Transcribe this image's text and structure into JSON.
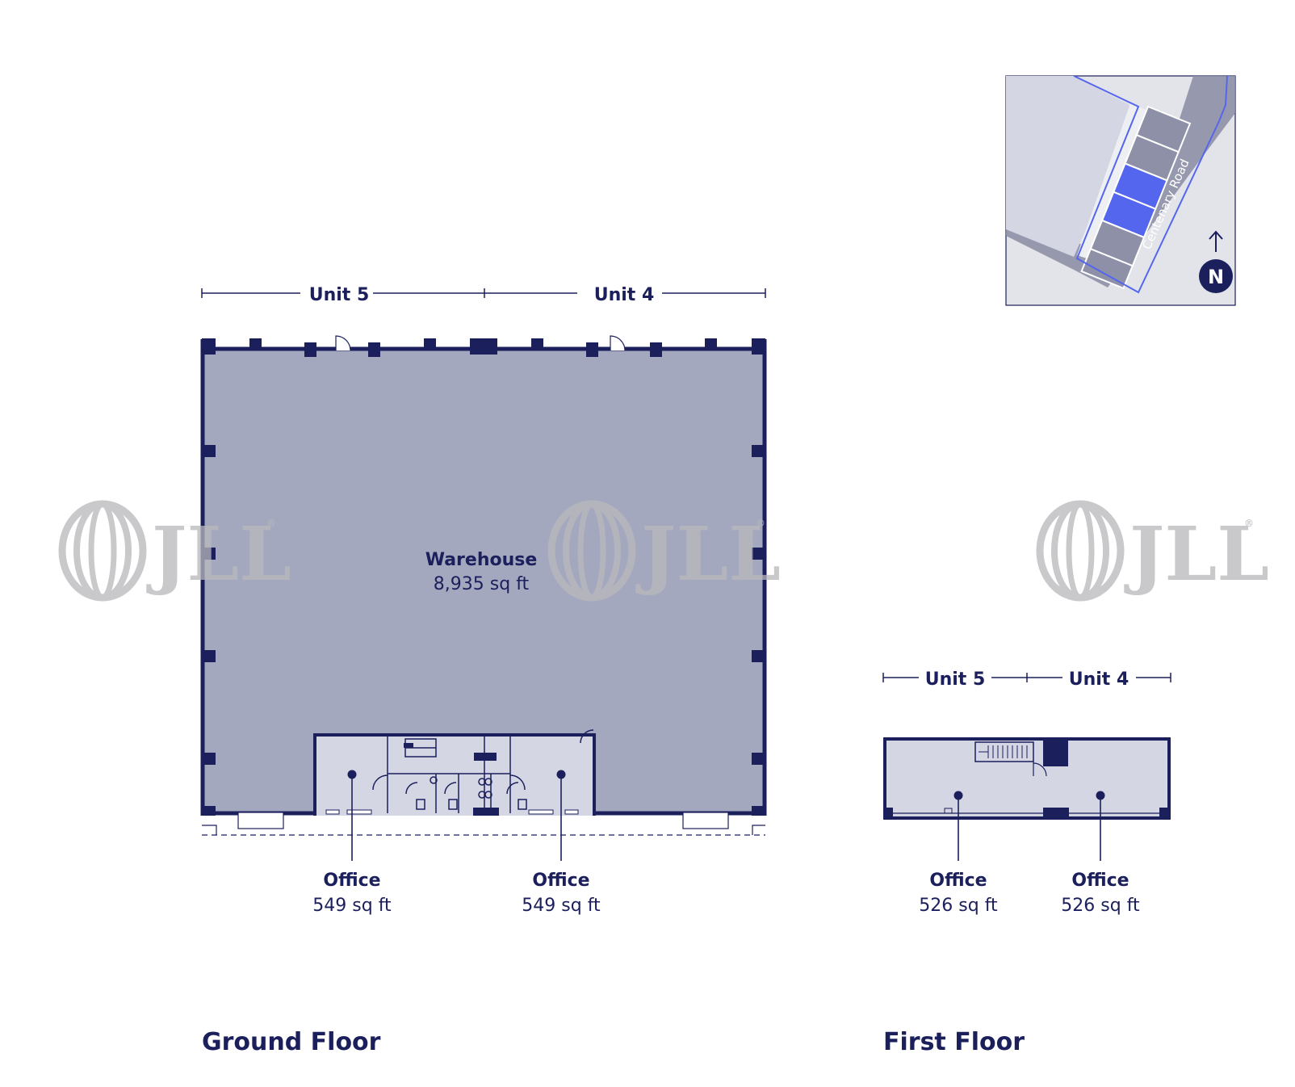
{
  "ground_floor": {
    "title": "Ground Floor",
    "dimension_labels": {
      "left": "Unit 5",
      "right": "Unit 4"
    },
    "warehouse": {
      "name": "Warehouse",
      "area": "8,935 sq ft"
    },
    "offices": [
      {
        "name": "Office",
        "area": "549 sq ft"
      },
      {
        "name": "Office",
        "area": "549 sq ft"
      }
    ]
  },
  "first_floor": {
    "title": "First Floor",
    "dimension_labels": {
      "left": "Unit 5",
      "right": "Unit 4"
    },
    "offices": [
      {
        "name": "Office",
        "area": "526 sq ft"
      },
      {
        "name": "Office",
        "area": "526 sq ft"
      }
    ]
  },
  "location_map": {
    "road_name": "Centenary Road",
    "north_label": "N"
  },
  "watermark": {
    "text": "JLL",
    "reg_mark": "®"
  },
  "colors": {
    "navy": "#1b1f5c",
    "warehouse_fill": "#a4a8bf",
    "office_fill": "#d4d6e3",
    "map_bg": "#e3e4ea",
    "map_block": "#8d90a6",
    "map_highlight": "#5566ee",
    "watermark": "#b8b8bc"
  }
}
